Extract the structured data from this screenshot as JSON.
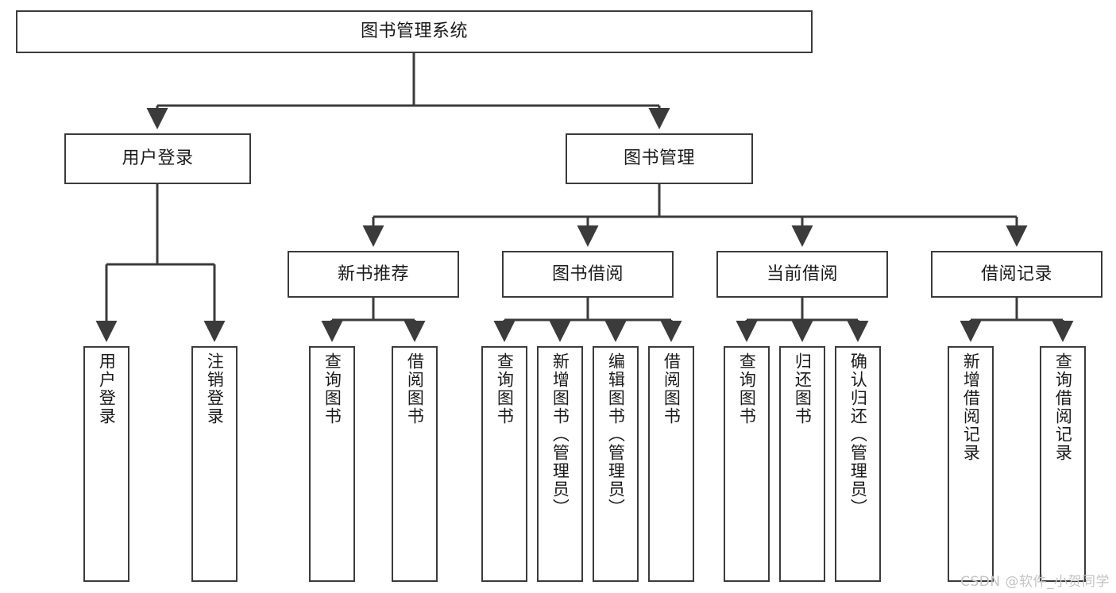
{
  "title": "图书管理系统",
  "watermark": "CSDN @软件_小贺同学",
  "theme": {
    "background": "#ffffff",
    "stroke": "#3b3b3b",
    "text": "#1a1a1a",
    "watermark_color": "#c3c3c3"
  },
  "chart_data": {
    "type": "diagram",
    "title": "图书管理系统",
    "orientation": "top-down tree",
    "levels": 4
  },
  "nodes": {
    "root": {
      "label": "图书管理系统"
    },
    "level1": [
      {
        "id": "user-login",
        "label": "用户登录"
      },
      {
        "id": "book-manage",
        "label": "图书管理"
      }
    ],
    "level2": [
      {
        "id": "new-book-recommend",
        "label": "新书推荐"
      },
      {
        "id": "book-borrow",
        "label": "图书借阅"
      },
      {
        "id": "current-borrow",
        "label": "当前借阅"
      },
      {
        "id": "borrow-record",
        "label": "借阅记录"
      }
    ],
    "leaves": [
      {
        "id": "leaf-user-login",
        "label": "用户登录",
        "parent": "user-login"
      },
      {
        "id": "leaf-logout-login",
        "label": "注销登录",
        "parent": "user-login"
      },
      {
        "id": "leaf-query-book-1",
        "label": "查询图书",
        "parent": "new-book-recommend"
      },
      {
        "id": "leaf-borrow-book-1",
        "label": "借阅图书",
        "parent": "new-book-recommend"
      },
      {
        "id": "leaf-query-book-2",
        "label": "查询图书",
        "parent": "book-borrow"
      },
      {
        "id": "leaf-add-book",
        "label": "新增图书（管理员）",
        "parent": "book-borrow"
      },
      {
        "id": "leaf-edit-book",
        "label": "编辑图书（管理员）",
        "parent": "book-borrow"
      },
      {
        "id": "leaf-borrow-book-2",
        "label": "借阅图书",
        "parent": "book-borrow"
      },
      {
        "id": "leaf-query-book-3",
        "label": "查询图书",
        "parent": "current-borrow"
      },
      {
        "id": "leaf-return-book",
        "label": "归还图书",
        "parent": "current-borrow"
      },
      {
        "id": "leaf-confirm-return",
        "label": "确认归还（管理员）",
        "parent": "current-borrow"
      },
      {
        "id": "leaf-add-record",
        "label": "新增借阅记录",
        "parent": "borrow-record"
      },
      {
        "id": "leaf-query-record",
        "label": "查询借阅记录",
        "parent": "borrow-record"
      }
    ]
  }
}
